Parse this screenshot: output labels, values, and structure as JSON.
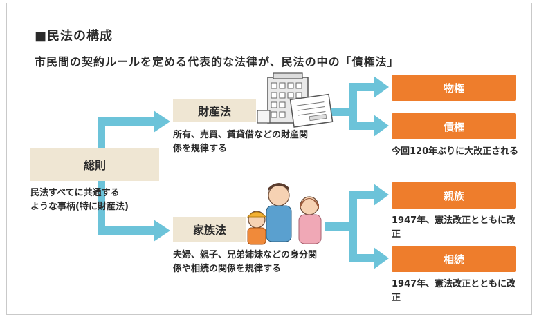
{
  "title": "■民法の構成",
  "subtitle": "市民間の契約ルールを定める代表的な法律が、民法の中の「債権法」",
  "general": {
    "label": "総則",
    "desc": "民法すべてに共通する\nような事柄(特に財産法)"
  },
  "property_law": {
    "label": "財産法",
    "desc": "所有、売買、賃貸借などの財産関係を規律する"
  },
  "family_law": {
    "label": "家族法",
    "desc": "夫婦、親子、兄弟姉妹などの身分関係や相続の関係を規律する"
  },
  "outcomes": {
    "real_rights": {
      "label": "物権"
    },
    "obligations": {
      "label": "債権",
      "note": "今回120年ぶりに大改正される"
    },
    "relatives": {
      "label": "親族",
      "note": "1947年、憲法改正とともに改正"
    },
    "inheritance": {
      "label": "相続",
      "note": "1947年、憲法改正とともに改正"
    }
  },
  "colors": {
    "arrow": "#6cc3d9",
    "orange": "#ee7d2c",
    "beige": "#efe6d3"
  }
}
